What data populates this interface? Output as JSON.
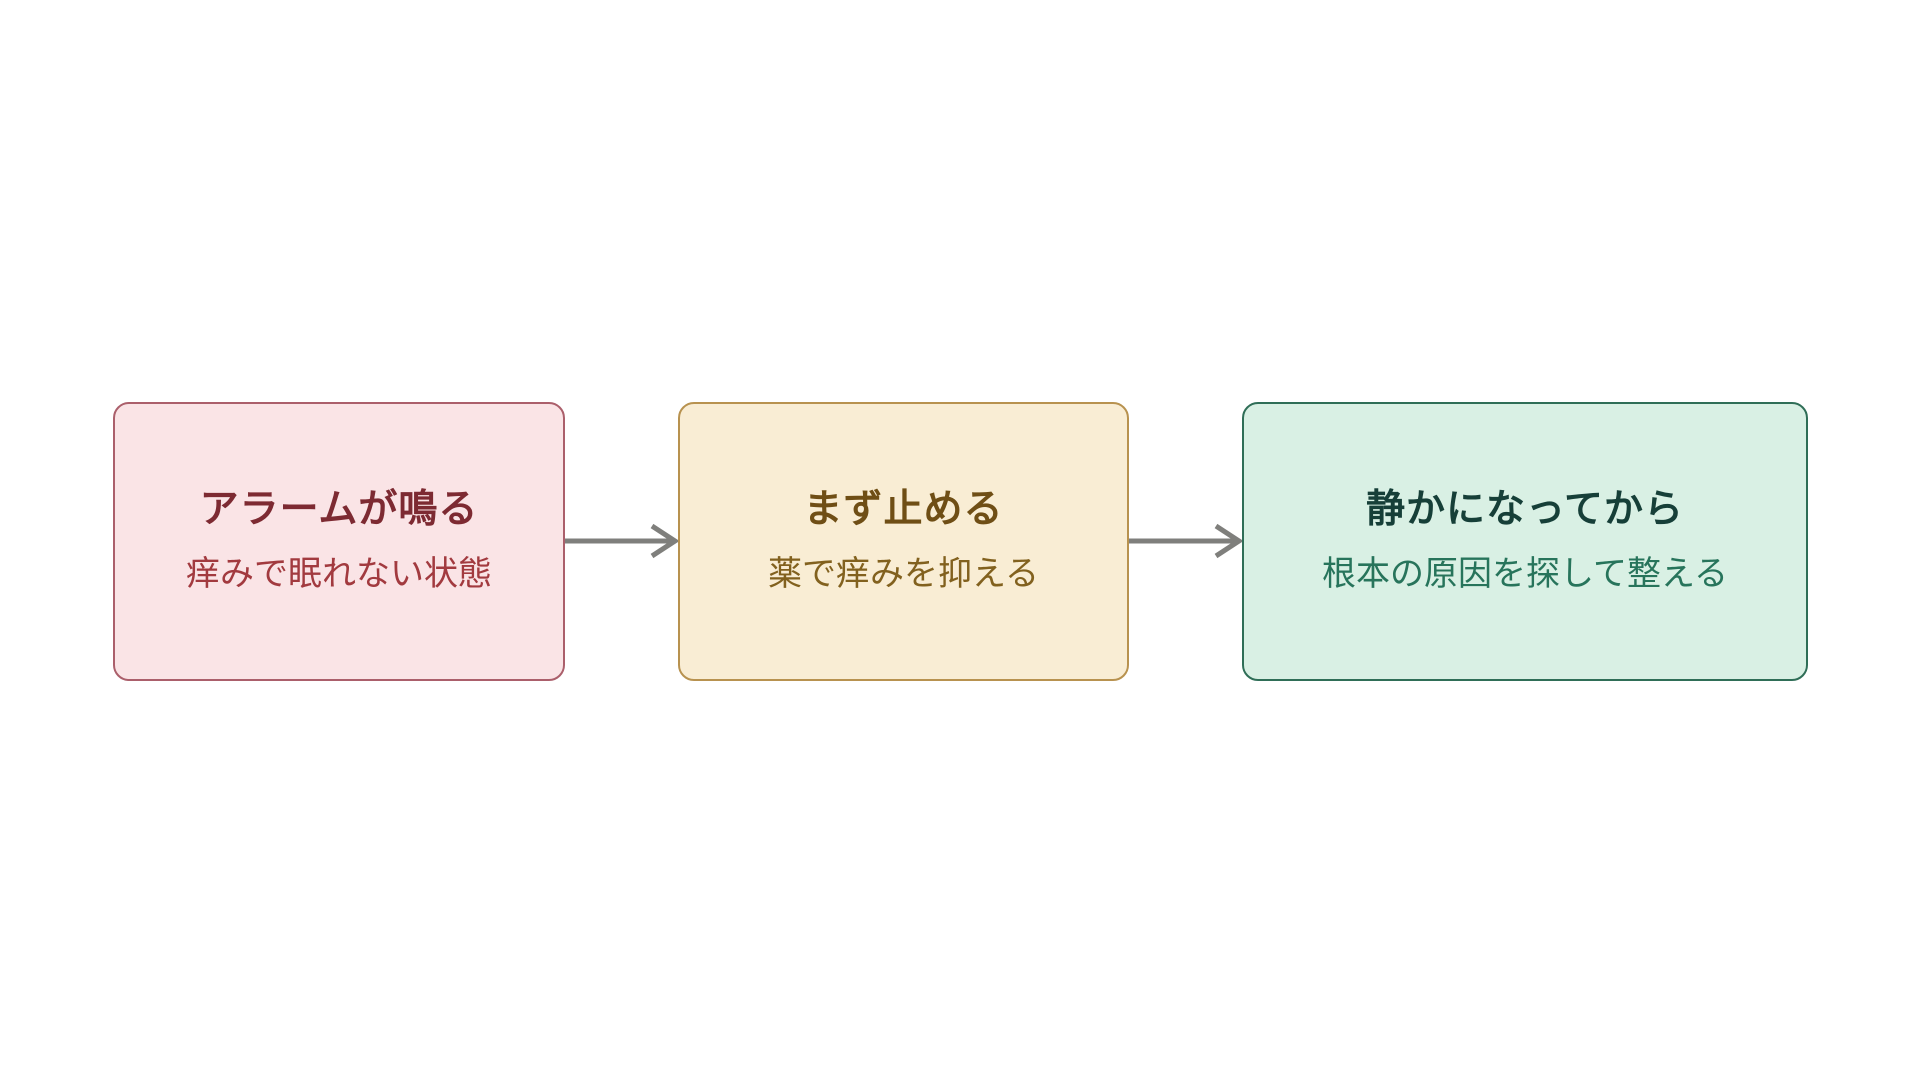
{
  "canvas": {
    "background": "#ffffff"
  },
  "flow": {
    "type": "flowchart",
    "direction": "left-to-right",
    "connector_color": "#7f7f7c",
    "nodes": [
      {
        "id": "alarm",
        "title": "アラームが鳴る",
        "subtitle": "痒みで眠れない状態",
        "fill": "#fae4e6",
        "border": "#ab5f6b",
        "title_color": "#7d2a32",
        "subtitle_color": "#a23a3f"
      },
      {
        "id": "stop-first",
        "title": "まず止める",
        "subtitle": "薬で痒みを抑える",
        "fill": "#f9edd4",
        "border": "#b8924f",
        "title_color": "#6f4e15",
        "subtitle_color": "#82611e"
      },
      {
        "id": "after-quiet",
        "title": "静かになってから",
        "subtitle": "根本の原因を探して整える",
        "fill": "#d9f0e4",
        "border": "#2f6e57",
        "title_color": "#163f38",
        "subtitle_color": "#27745b"
      }
    ],
    "connectors": [
      {
        "from": "alarm",
        "to": "stop-first"
      },
      {
        "from": "stop-first",
        "to": "after-quiet"
      }
    ]
  }
}
